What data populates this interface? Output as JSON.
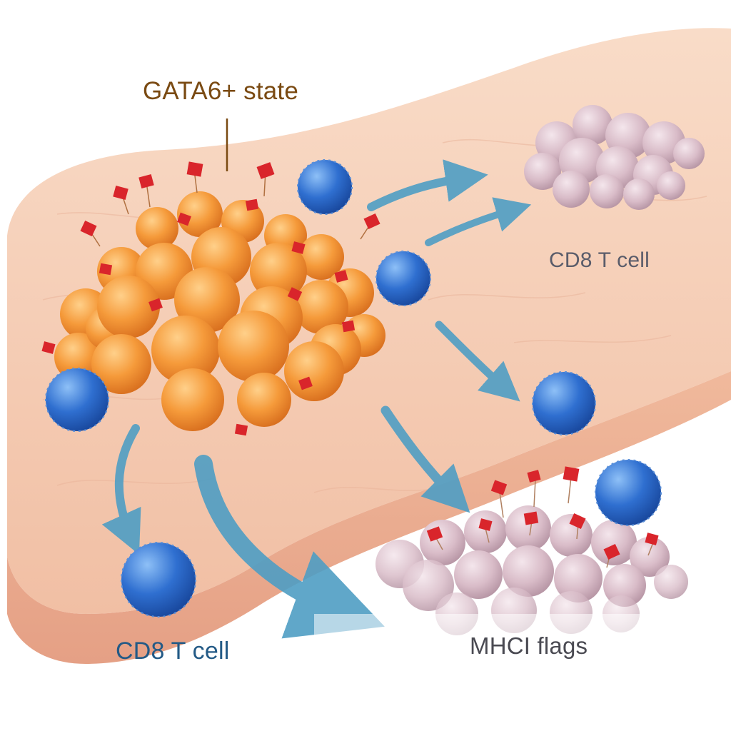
{
  "labels": {
    "gata6_state": "GATA6+ state",
    "cd8_t_cell_right": "CD8 T cell",
    "cd8_t_cell_bottom": "CD8 T cell",
    "mhci_flags": "MHCI flags"
  },
  "colors": {
    "tissue": "#f6cdb3",
    "tissue_shadow": "#e9a98e",
    "tumor_cell": "#f59a3a",
    "tumor_cell_highlight": "#ffc97a",
    "t_cell": "#2f6fd0",
    "t_cell_highlight": "#7fb2f2",
    "mhci_flag": "#d9252b",
    "arrow": "#4f9ec4",
    "dormant_cluster": "#d9b9c6",
    "gata6_label": "#7a4a12",
    "cd8_label_bottom": "#235a86"
  }
}
